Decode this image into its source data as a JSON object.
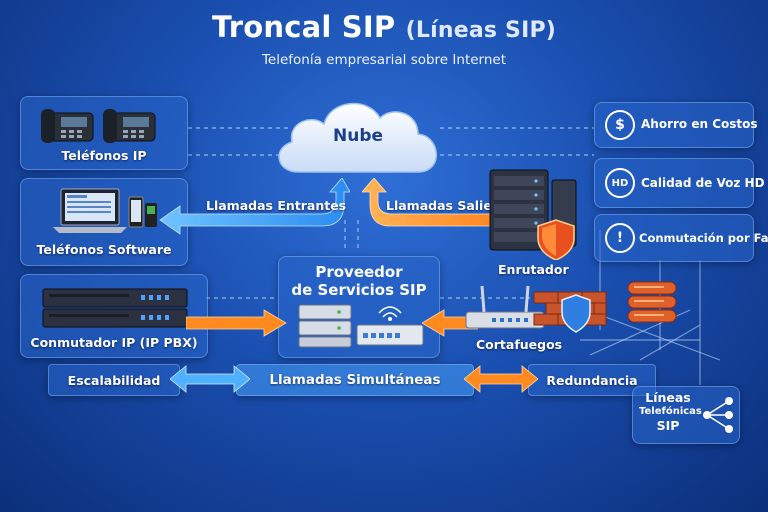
{
  "header": {
    "title_main": "Troncal SIP",
    "title_paren": "(Líneas SIP)",
    "subtitle": "Telefonía empresarial sobre Internet"
  },
  "devices": {
    "ip_phones": "Teléfonos IP",
    "softphones": "Teléfonos Software",
    "pbx": "Conmutador IP (IP PBX)",
    "router": "Enrutador",
    "firewall": "Cortafuegos"
  },
  "cloud": {
    "label": "Nube"
  },
  "provider": {
    "line1": "Proveedor",
    "line2": "de Servicios SIP"
  },
  "flows": {
    "incoming": "Llamadas Entrantes",
    "outgoing": "Llamadas Salientes",
    "simultaneous": "Llamadas Simultáneas"
  },
  "bottom_bar": {
    "scalability": "Escalabilidad",
    "redundancy": "Redundancia"
  },
  "features": [
    {
      "label": "Ahorro en Costos",
      "icon": "dollar-icon",
      "glyph": "$"
    },
    {
      "label": "Calidad de Voz HD",
      "icon": "headset-hd-icon",
      "glyph": "HD"
    },
    {
      "label": "Conmutación por Falla",
      "icon": "failover-icon",
      "glyph": "!"
    }
  ],
  "sip_lines": {
    "line1": "Líneas",
    "line2": "Telefónicas",
    "line3": "SIP"
  },
  "colors": {
    "blue_arrow": "#3aa0ff",
    "orange_arrow": "#ff8a1f",
    "panel": "#2864c8"
  }
}
